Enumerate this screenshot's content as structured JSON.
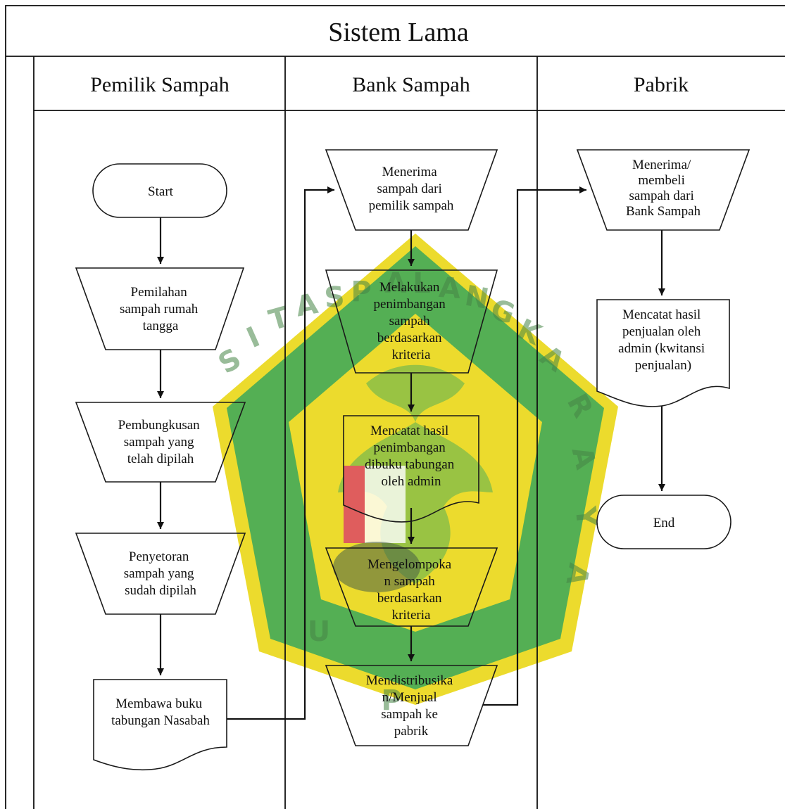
{
  "title": "Sistem Lama",
  "lanes": [
    "Pemilik Sampah",
    "Bank Sampah",
    "Pabrik"
  ],
  "nodes": {
    "start": [
      "Start"
    ],
    "pemilahan": [
      "Pemilahan",
      "sampah rumah",
      "tangga"
    ],
    "pembungkusan": [
      "Pembungkusan",
      "sampah yang",
      "telah dipilah"
    ],
    "penyetoran": [
      "Penyetoran",
      "sampah yang",
      "sudah dipilah"
    ],
    "membawa": [
      "Membawa buku",
      "tabungan Nasabah"
    ],
    "menerima_bank": [
      "Menerima",
      "sampah dari",
      "pemilik sampah"
    ],
    "penimbangan": [
      "Melakukan",
      "penimbangan",
      "sampah",
      "berdasarkan",
      "kriteria"
    ],
    "mencatat_bank": [
      "Mencatat hasil",
      "penimbangan",
      "dibuku tabungan",
      "oleh admin"
    ],
    "mengelompokan": [
      "Mengelompoka",
      "n sampah",
      "berdasarkan",
      "kriteria"
    ],
    "mendistribusikan": [
      "Mendistribusika",
      "n/Menjual",
      "sampah ke",
      "pabrik"
    ],
    "menerima_pabrik": [
      "Menerima/",
      "membeli",
      "sampah dari",
      "Bank Sampah"
    ],
    "mencatat_pabrik": [
      "Mencatat hasil",
      "penjualan oleh",
      "admin (kwitansi",
      "penjualan)"
    ],
    "end": [
      "End"
    ]
  },
  "watermark": {
    "letters": [
      "S",
      "I",
      "T",
      "A",
      "S",
      "P",
      "A",
      "L",
      "A",
      "N",
      "G",
      "K",
      "A",
      "R",
      "A",
      "Y",
      "A",
      "U",
      "P"
    ]
  },
  "colors": {
    "watermark_green": "#2f9e2f",
    "watermark_yellow": "#e8d400",
    "watermark_red": "#d83a3a"
  }
}
